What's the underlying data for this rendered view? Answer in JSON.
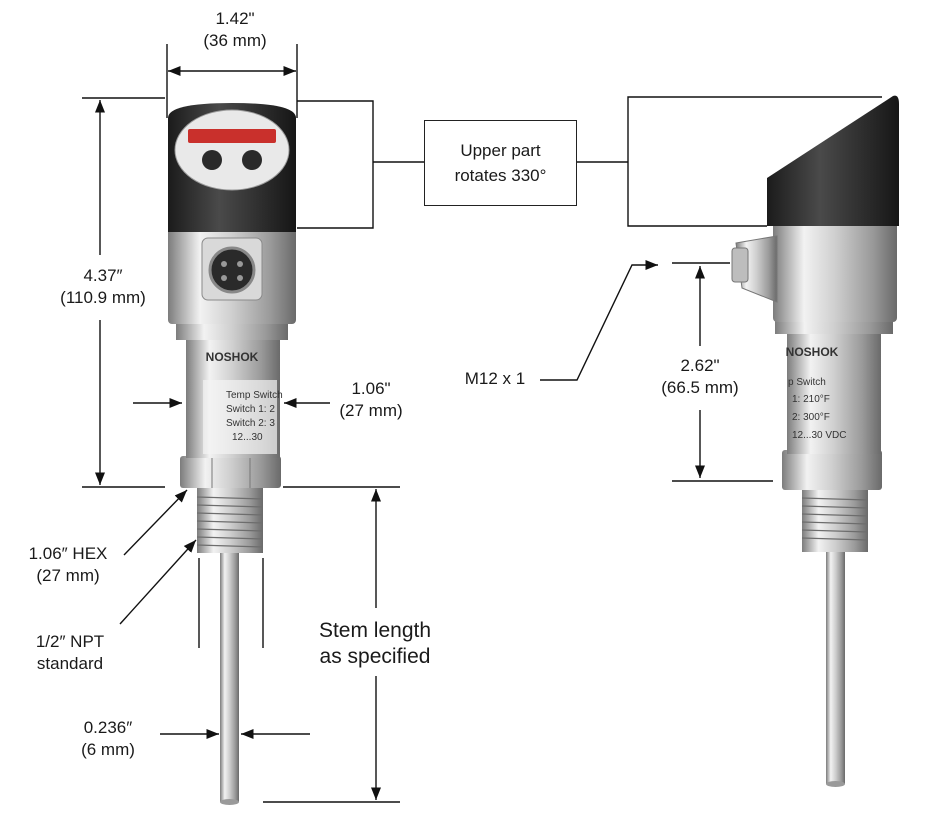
{
  "labels": {
    "width_top": {
      "imperial": "1.42\"",
      "metric": "(36 mm)"
    },
    "height_total": {
      "imperial": "4.37″",
      "metric": "(110.9 mm)"
    },
    "body_diameter": {
      "imperial": "1.06\"",
      "metric": "(27 mm)"
    },
    "hex": {
      "imperial": "1.06″ HEX",
      "metric": "(27 mm)"
    },
    "npt": {
      "line1": "1/2″ NPT",
      "line2": "standard"
    },
    "stem_diameter": {
      "imperial": "0.236″",
      "metric": "(6 mm)"
    },
    "stem_length": {
      "line1": "Stem length",
      "line2": "as specified"
    },
    "rotation_note": {
      "line1": "Upper part",
      "line2": "rotates 330°"
    },
    "connector": "M12 x 1",
    "lower_height": {
      "imperial": "2.62\"",
      "metric": "(66.5 mm)"
    }
  },
  "device_front": {
    "brand": "NOSHOK",
    "label_lines": [
      "Temp Switch",
      "Switch 1: 2",
      "Switch 2: 3",
      "12...30"
    ]
  },
  "device_side": {
    "brand": "NOSHOK",
    "label_lines": [
      "p Switch",
      "1: 210°F",
      "2: 300°F",
      "12...30 VDC"
    ]
  },
  "colors": {
    "line": "#111111",
    "housing_dark": "#2b2b2b",
    "steel_light": "#e6e6e6",
    "steel_dark": "#8a8a8a",
    "display_red": "#c9302c"
  }
}
